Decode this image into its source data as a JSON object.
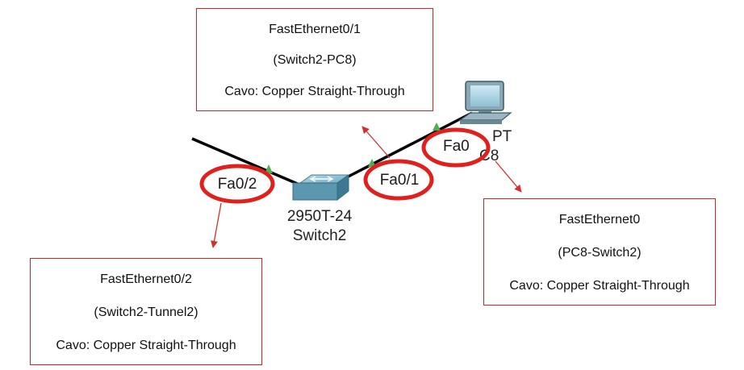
{
  "diagram": {
    "colors": {
      "annotation": "#d32f2f",
      "cable": "#000000",
      "link_light": "#4caf50"
    },
    "devices": {
      "switch": {
        "icon": "switch-icon",
        "model": "2950T-24",
        "name": "Switch2"
      },
      "pc": {
        "icon": "pc-icon",
        "model_fragment": "PT",
        "name_fragment": "C8"
      }
    },
    "port_labels": {
      "switch_fa02": "Fa0/2",
      "switch_fa01": "Fa0/1",
      "pc_fa0": "Fa0"
    },
    "callouts": {
      "fa01": {
        "interface": "FastEthernet0/1",
        "connection": "(Switch2-PC8)",
        "cable": "Cavo: Copper Straight-Through"
      },
      "fa0": {
        "interface": "FastEthernet0",
        "connection": "(PC8-Switch2)",
        "cable": "Cavo: Copper Straight-Through"
      },
      "fa02": {
        "interface": "FastEthernet0/2",
        "connection": "(Switch2-Tunnel2)",
        "cable": "Cavo: Copper Straight-Through"
      }
    }
  }
}
